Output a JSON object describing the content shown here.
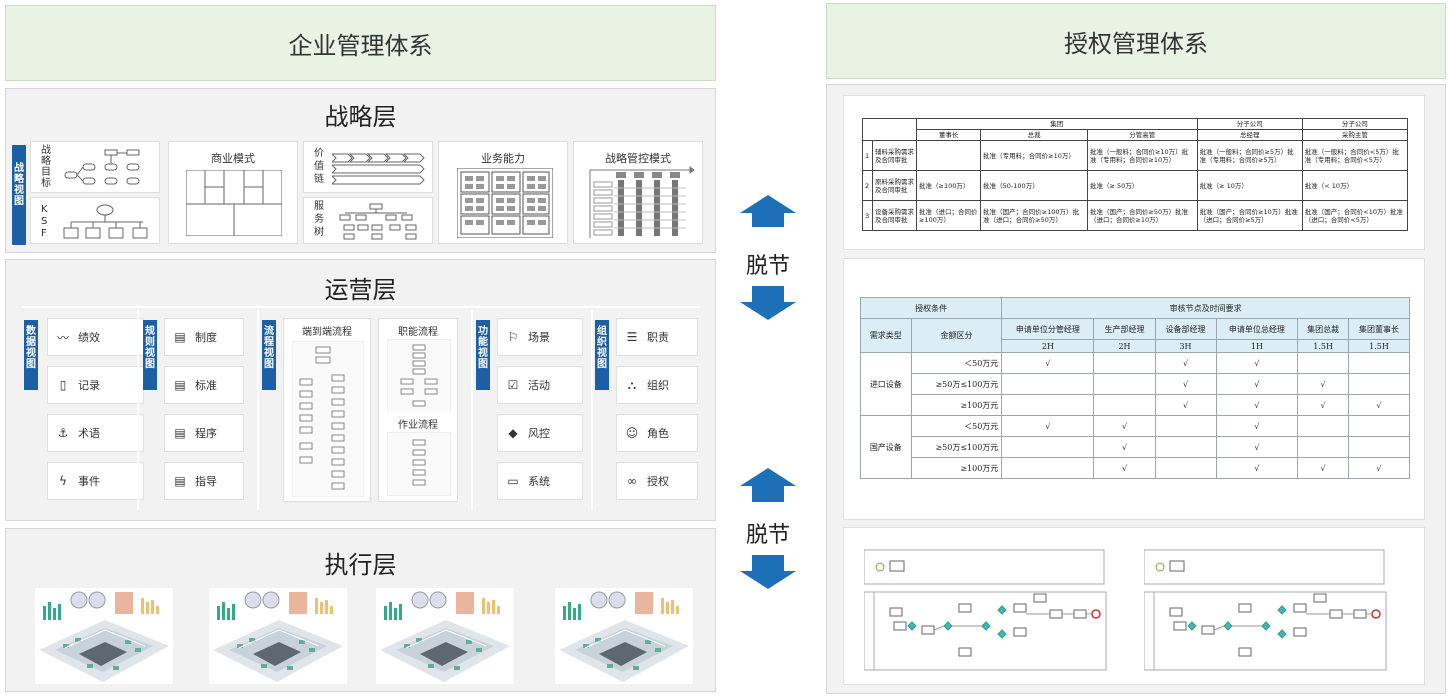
{
  "left_header": "企业管理体系",
  "right_header": "授权管理体系",
  "strategy": {
    "title": "战略层",
    "tab": "战略视图",
    "items": [
      "战略目标",
      "KSF",
      "商业模式",
      "价值链",
      "服务树",
      "业务能力",
      "战略管控模式"
    ]
  },
  "operation": {
    "title": "运营层",
    "groups": [
      {
        "tab": "数据视图",
        "items": [
          {
            "icon": "chart-icon",
            "label": "绩效"
          },
          {
            "icon": "document-icon",
            "label": "记录"
          },
          {
            "icon": "anchor-icon",
            "label": "术语"
          },
          {
            "icon": "lightning-icon",
            "label": "事件"
          }
        ]
      },
      {
        "tab": "规则视图",
        "items": [
          {
            "icon": "doc-stack-icon",
            "label": "制度"
          },
          {
            "icon": "doc-stack-icon",
            "label": "标准"
          },
          {
            "icon": "doc-stack-icon",
            "label": "程序"
          },
          {
            "icon": "doc-stack-icon",
            "label": "指导"
          }
        ]
      },
      {
        "tab": "流程视图",
        "panels": [
          "端到端流程",
          "职能流程",
          "作业流程"
        ]
      },
      {
        "tab": "功能视图",
        "items": [
          {
            "icon": "flag-icon",
            "label": "场景"
          },
          {
            "icon": "checkbox-icon",
            "label": "活动"
          },
          {
            "icon": "tag-icon",
            "label": "风控"
          },
          {
            "icon": "monitor-icon",
            "label": "系统"
          }
        ]
      },
      {
        "tab": "组织视图",
        "items": [
          {
            "icon": "list-icon",
            "label": "职责"
          },
          {
            "icon": "org-icon",
            "label": "组织"
          },
          {
            "icon": "user-icon",
            "label": "角色"
          },
          {
            "icon": "link-icon",
            "label": "授权"
          }
        ]
      }
    ]
  },
  "execution": {
    "title": "执行层"
  },
  "decouple_label": "脱节",
  "decouple_label_2": "脱节",
  "auth_table_1": {
    "groups": [
      "集团",
      "分子公司",
      "分子公司"
    ],
    "subheaders": [
      "董事长",
      "总裁",
      "分管高管",
      "总经理",
      "采购主管"
    ],
    "rows": [
      {
        "no": "1",
        "name": "辅料采购需求及合同审批",
        "cells": [
          "",
          "批准（专用料；合同价≥10万）",
          "批准（一般料；合同价≥10万）批准（专用料；合同价≥10万）",
          "批准（一般料；合同价≥5万）批准（专用料；合同价≥5万）",
          "批准（一般料；合同价<5万）批准（专用料；合同价<5万）"
        ]
      },
      {
        "no": "2",
        "name": "原料采购需求及合同审批",
        "cells": [
          "批准（≥100万）",
          "批准（50-100万）",
          "批准（≥ 50万）",
          "批准（≥ 10万）",
          "批准（< 10万）"
        ]
      },
      {
        "no": "3",
        "name": "设备采购需求及合同审批",
        "cells": [
          "批准（进口；合同价≥100万）",
          "批准（国产；合同价≥100万）批准（进口；合同价≥50万）",
          "批准（国产；合同价≥50万）批准（进口；合同价≥10万）",
          "批准（国产；合同价≥10万）批准（进口；合同价≥5万）",
          "批准（国产；合同价<10万）批准（进口；合同价<5万）"
        ]
      }
    ]
  },
  "auth_table_2": {
    "h_condition": "授权条件",
    "h_nodes": "审核节点及时间要求",
    "h_type": "需求类型",
    "h_amount": "金额区分",
    "nodes": [
      "申请单位分管经理",
      "生产部经理",
      "设备部经理",
      "申请单位总经理",
      "集团总裁",
      "集团董事长"
    ],
    "times": [
      "2H",
      "2H",
      "3H",
      "1H",
      "1.5H",
      "1.5H"
    ],
    "groups": [
      {
        "type": "进口设备",
        "rows": [
          {
            "amount": "＜50万元",
            "checks": [
              1,
              0,
              1,
              1,
              0,
              0
            ]
          },
          {
            "amount": "≥50万≤100万元",
            "checks": [
              0,
              0,
              1,
              1,
              1,
              0
            ]
          },
          {
            "amount": "≥100万元",
            "checks": [
              0,
              0,
              1,
              1,
              1,
              1
            ]
          }
        ]
      },
      {
        "type": "国产设备",
        "rows": [
          {
            "amount": "＜50万元",
            "checks": [
              1,
              1,
              0,
              1,
              0,
              0
            ]
          },
          {
            "amount": "≥50万≤100万元",
            "checks": [
              0,
              1,
              0,
              1,
              0,
              0
            ]
          },
          {
            "amount": "≥100万元",
            "checks": [
              0,
              1,
              0,
              1,
              1,
              1
            ]
          }
        ]
      }
    ],
    "check": "√"
  },
  "colors": {
    "accent": "#1d5fa5",
    "arrow": "#1d6fb8",
    "header_bg": "#e9f3e4"
  }
}
